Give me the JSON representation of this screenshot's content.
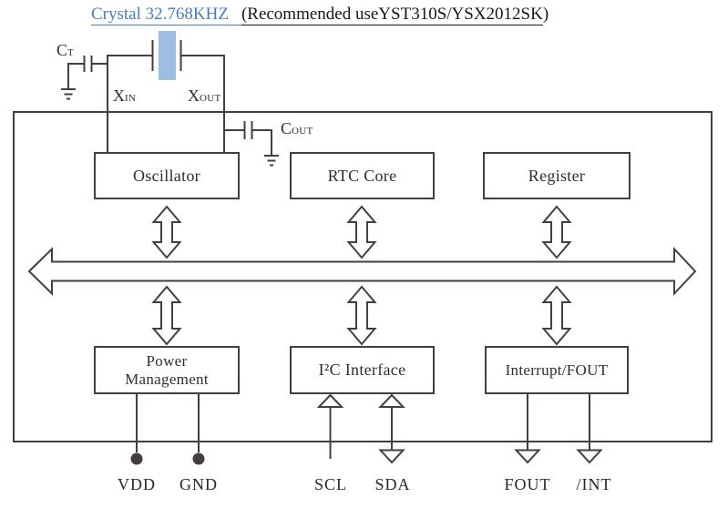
{
  "header": {
    "crystal_note": "Crystal 32.768KHZ",
    "recommendation_underlined": "(Recommended useYST310S/YSX2012SK",
    "paren_close": ")"
  },
  "colors": {
    "line": "#443e3e",
    "link_blue": "#4a7dc4",
    "crystal_fill": "#9cbee3",
    "text": "#332d2e"
  },
  "oscillator_circuit": {
    "ct": {
      "main": "C",
      "sub": "T"
    },
    "cout": {
      "main": "C",
      "sub": "OUT"
    },
    "xin": {
      "main": "X",
      "sub": "IN"
    },
    "xout": {
      "main": "X",
      "sub": "OUT"
    }
  },
  "blocks": {
    "oscillator": {
      "label": "Oscillator"
    },
    "rtc_core": {
      "label": "RTC Core"
    },
    "register": {
      "label": "Register"
    },
    "power_management": {
      "line1": "Power",
      "line2": "Management"
    },
    "i2c_interface": {
      "label": "I²C Interface"
    },
    "interrupt_fout": {
      "label": "Interrupt/FOUT"
    }
  },
  "pins": {
    "vdd": {
      "label": "VDD"
    },
    "gnd": {
      "label": "GND"
    },
    "scl": {
      "label": "SCL"
    },
    "sda": {
      "label": "SDA"
    },
    "fout": {
      "label": "FOUT"
    },
    "int": {
      "label": "/INT"
    }
  }
}
